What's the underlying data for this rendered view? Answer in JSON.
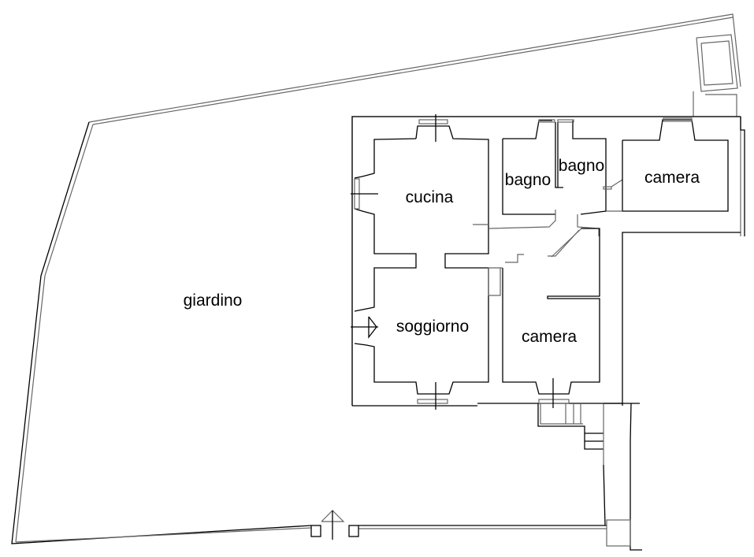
{
  "rooms": {
    "garden": "giardino",
    "kitchen": "cucina",
    "living_room": "soggiorno",
    "bedroom_bottom": "camera",
    "bathroom_left": "bagno",
    "bathroom_right": "bagno",
    "bedroom_top": "camera"
  }
}
